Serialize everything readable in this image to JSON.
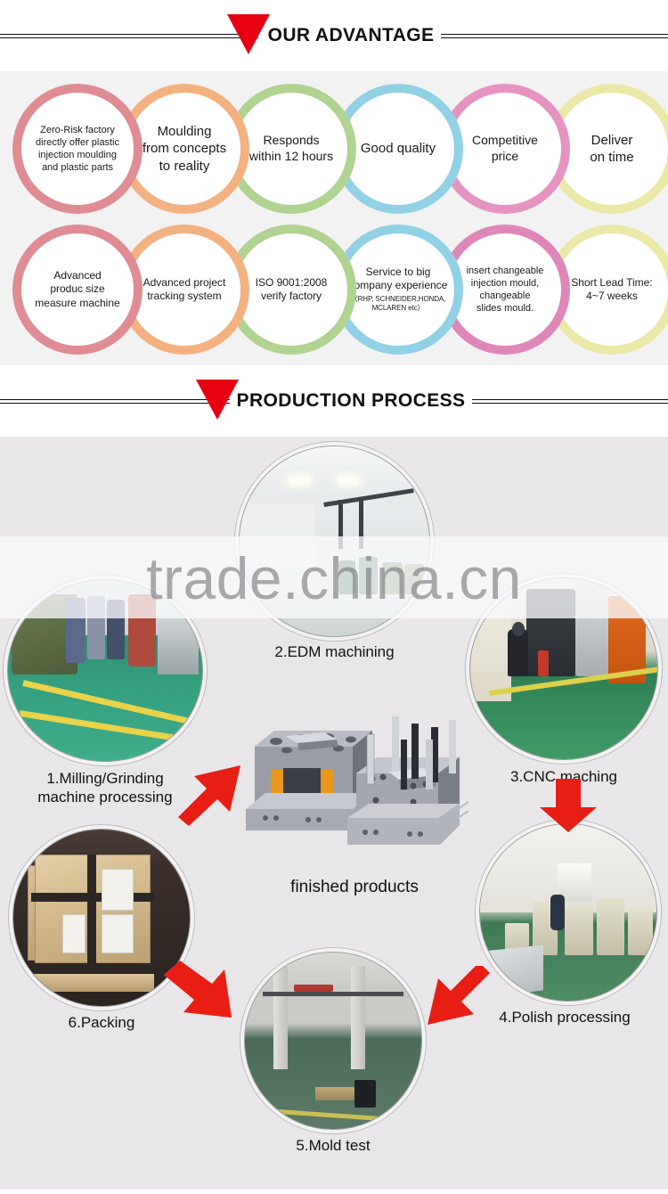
{
  "sections": {
    "advantage": {
      "title": "OUR ADVANTAGE",
      "triangle_color": "#e60012",
      "background": "#f2f2f2",
      "rows": [
        {
          "bubbles": [
            {
              "text": "Zero-Risk factory\ndirectly offer plastic\ninjection moulding\nand plastic parts",
              "ring_color": "#d9737c",
              "font_size": "11px"
            },
            {
              "text": "Moulding\nfrom concepts\nto reality",
              "ring_color": "#f0a064",
              "font_size": "15px"
            },
            {
              "text": "Responds\nwithin 12 hours",
              "ring_color": "#9fc978",
              "font_size": "14px"
            },
            {
              "text": "Good quality",
              "ring_color": "#77c7e0",
              "font_size": "15px"
            },
            {
              "text": "Competitive\nprice",
              "ring_color": "#e07bb5",
              "font_size": "14px"
            },
            {
              "text": "Deliver\non time",
              "ring_color": "#e5e394",
              "font_size": "15px"
            }
          ]
        },
        {
          "bubbles": [
            {
              "text": "Advanced\nproduc size\nmeasure machine",
              "ring_color": "#d9737c",
              "font_size": "12px"
            },
            {
              "text": "Advanced project\ntracking system",
              "ring_color": "#f0a064",
              "font_size": "12px"
            },
            {
              "text": "ISO 9001:2008\nverify factory",
              "ring_color": "#9fc978",
              "font_size": "12px"
            },
            {
              "text": "Service to big\ncompany experience",
              "small": "（RHP, SCHNEIDER,HONDA,\nMCLAREN etc）",
              "ring_color": "#77c7e0",
              "font_size": "12px"
            },
            {
              "text": "insert changeable\ninjection mould,\nchangeable\nslides mould.",
              "ring_color": "#d96cab",
              "font_size": "11px"
            },
            {
              "text": "Short Lead Time:\n4~7 weeks",
              "ring_color": "#e5e394",
              "font_size": "12px"
            }
          ]
        }
      ]
    },
    "process": {
      "title": "PRODUCTION PROCESS",
      "triangle_color": "#e60012",
      "background": "#e8e6e9",
      "watermark": "trade.china.cn",
      "watermark_color": "#78787e",
      "arrow_color": "#e81e15",
      "steps": [
        {
          "id": "step-2-edm",
          "caption": "2.EDM machining"
        },
        {
          "id": "step-1-milling",
          "caption": "1.Milling/Grinding\nmachine processing"
        },
        {
          "id": "step-3-cnc",
          "caption": "3.CNC maching"
        },
        {
          "id": "step-4-polish",
          "caption": "4.Polish processing"
        },
        {
          "id": "step-5-mold",
          "caption": "5.Mold test"
        },
        {
          "id": "step-6-packing",
          "caption": "6.Packing"
        },
        {
          "id": "finished",
          "caption": "finished products"
        }
      ]
    }
  }
}
